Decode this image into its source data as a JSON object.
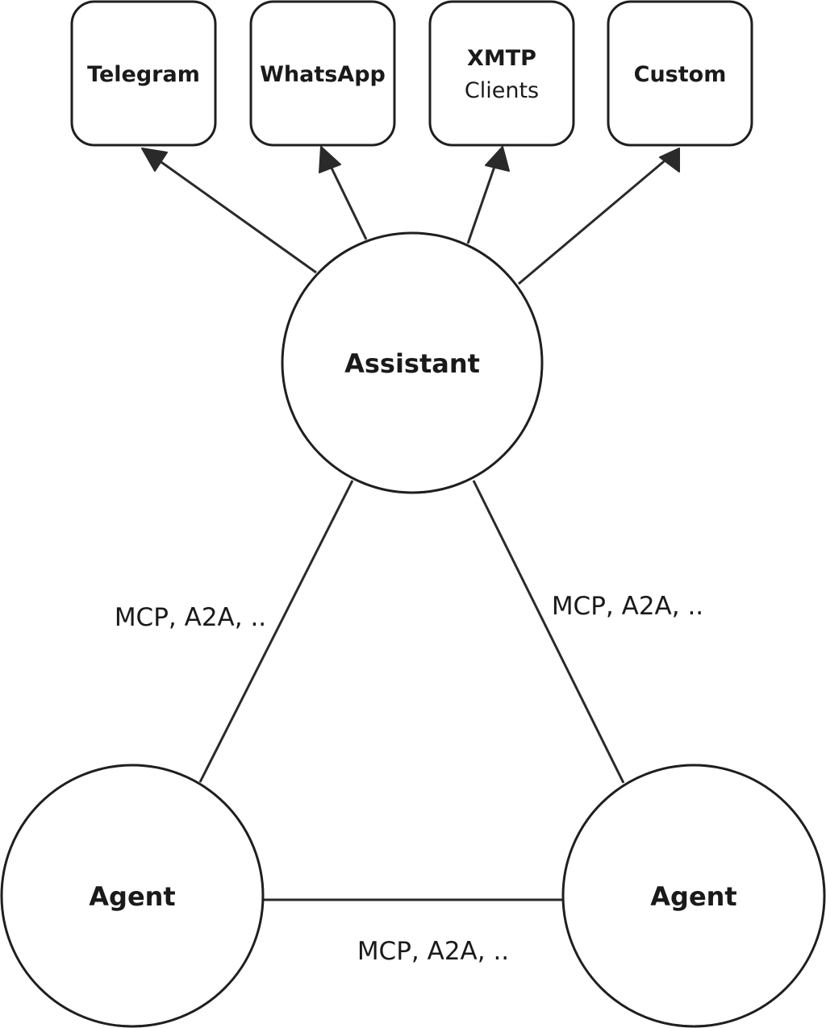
{
  "diagram": {
    "channels": [
      {
        "line1": "Telegram",
        "line2": ""
      },
      {
        "line1": "WhatsApp",
        "line2": ""
      },
      {
        "line1": "XMTP",
        "line2": "Clients"
      },
      {
        "line1": "Custom",
        "line2": ""
      }
    ],
    "assistant": {
      "label": "Assistant"
    },
    "agent_left": {
      "label": "Agent"
    },
    "agent_right": {
      "label": "Agent"
    },
    "edge_labels": {
      "assistant_to_agent_left": "MCP, A2A, ..",
      "assistant_to_agent_right": "MCP, A2A, ..",
      "agent_to_agent": "MCP, A2A, .."
    }
  }
}
